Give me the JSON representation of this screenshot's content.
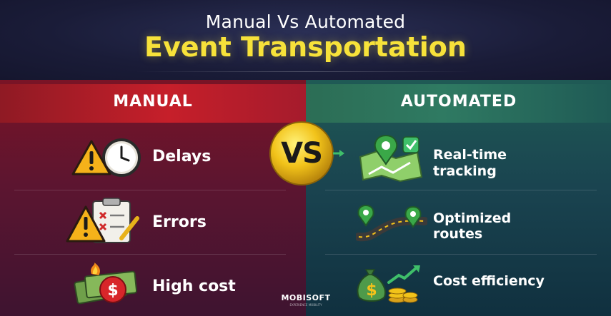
{
  "title": {
    "line1": "Manual Vs Automated",
    "line2": "Event Transportation"
  },
  "manual": {
    "header": "MANUAL",
    "items": [
      {
        "label": "Delays",
        "icon": "warning-clock-icon"
      },
      {
        "label": "Errors",
        "icon": "warning-clipboard-icon"
      },
      {
        "label": "High cost",
        "icon": "burning-money-icon"
      }
    ]
  },
  "automated": {
    "header": "AUTOMATED",
    "items": [
      {
        "label_line1": "Real-time",
        "label_line2": "tracking",
        "icon": "map-tracking-icon"
      },
      {
        "label_line1": "Optimized",
        "label_line2": "routes",
        "icon": "route-pins-icon"
      },
      {
        "label_line1": "Cost efficiency",
        "label_line2": "",
        "icon": "money-growth-icon"
      }
    ]
  },
  "vs": "VS",
  "logo": {
    "name": "MOBISOFT",
    "tagline": "EXPERIENCE MOBILITY"
  },
  "colors": {
    "title_accent": "#f7e23a",
    "manual_red": "#c61f2a",
    "automated_green": "#2f7a62",
    "vs_gold": "#f2c31a"
  }
}
